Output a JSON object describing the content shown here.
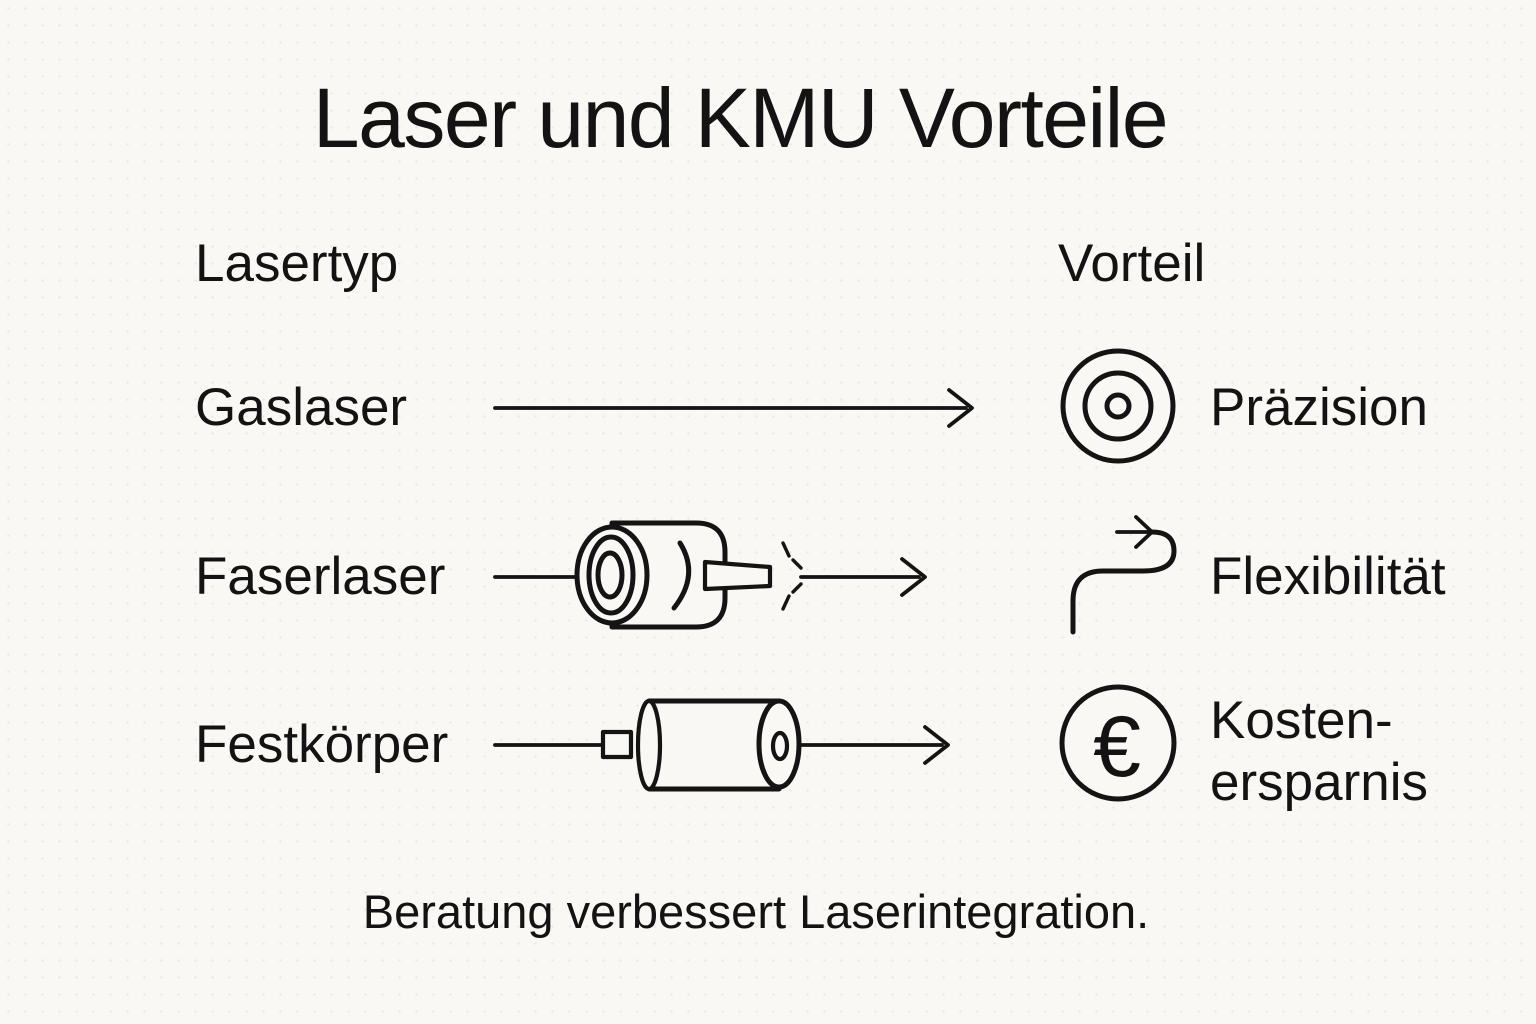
{
  "page": {
    "title": "Laser und KMU Vorteile",
    "footer": "Beratung verbessert Laserintegration."
  },
  "columns": {
    "laser_type": "Lasertyp",
    "benefit": "Vorteil"
  },
  "rows": [
    {
      "laser_type": "Gaslaser",
      "benefit": "Präzision",
      "icon": "target-icon"
    },
    {
      "laser_type": "Faserlaser",
      "benefit": "Flexibilität",
      "icon": "curve-arrow-icon",
      "device_icon": "fiber-laser-device-icon"
    },
    {
      "laser_type": "Festkörper",
      "benefit": "Kosten-ersparnis",
      "benefit_lines": [
        "Kosten-",
        "ersparnis"
      ],
      "icon": "euro-coin-icon",
      "device_icon": "solid-state-laser-device-icon"
    }
  ],
  "symbols": {
    "euro": "€"
  },
  "colors": {
    "background": "#f9f8f5",
    "ink": "#141414"
  }
}
